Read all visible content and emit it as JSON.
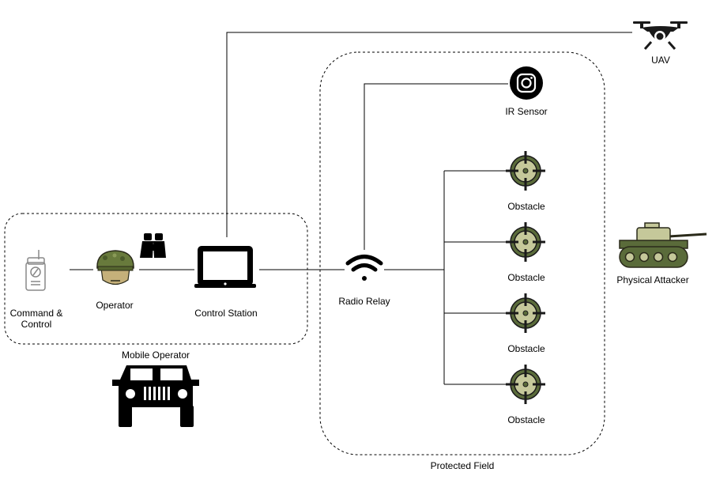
{
  "groups": {
    "mobile_operator": "Mobile Operator",
    "protected_field": "Protected Field"
  },
  "nodes": {
    "command_control": "Command &\nControl",
    "operator": "Operator",
    "control_station": "Control Station",
    "radio_relay": "Radio Relay",
    "ir_sensor": "IR Sensor",
    "uav": "UAV",
    "physical_attacker": "Physical Attacker",
    "obstacles": [
      "Obstacle",
      "Obstacle",
      "Obstacle",
      "Obstacle"
    ]
  },
  "colors": {
    "line": "#000000",
    "military_green": "#5a6b3a",
    "olive": "#c5c89a",
    "dark": "#1a1a1a"
  }
}
